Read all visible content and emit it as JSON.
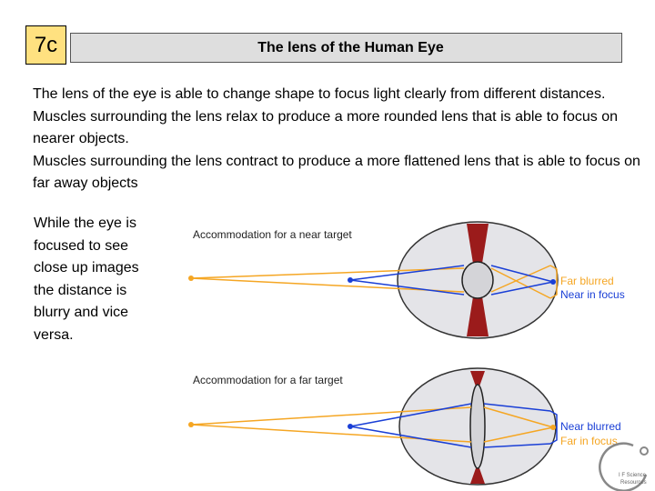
{
  "slide_number": "7c",
  "title": "The lens of the Human Eye",
  "paragraphs": [
    "The lens of the eye is able to change shape to focus light clearly from different distances.",
    "Muscles surrounding the lens relax to produce a more rounded lens that is able to focus on nearer objects.",
    "Muscles surrounding the lens contract to produce a more flattened lens that is able to focus on far away objects"
  ],
  "side_text": "While the eye is focused to see close up images the distance is blurry and vice versa.",
  "diagram": {
    "near": {
      "caption": "Accommodation for a near target",
      "label_blurred": "Far blurred",
      "label_focus": "Near in focus"
    },
    "far": {
      "caption": "Accommodation for a far target",
      "label_blurred": "Near blurred",
      "label_focus": "Far in focus"
    },
    "colors": {
      "far_ray": "#f5a623",
      "near_ray": "#1a3fd6",
      "muscle": "#9b1b1b",
      "eyeball": "#e4e4e8",
      "label_blue": "#1a3fd6",
      "label_orange": "#f5a623"
    }
  },
  "logo_text": [
    "I F Science",
    "Resources"
  ]
}
